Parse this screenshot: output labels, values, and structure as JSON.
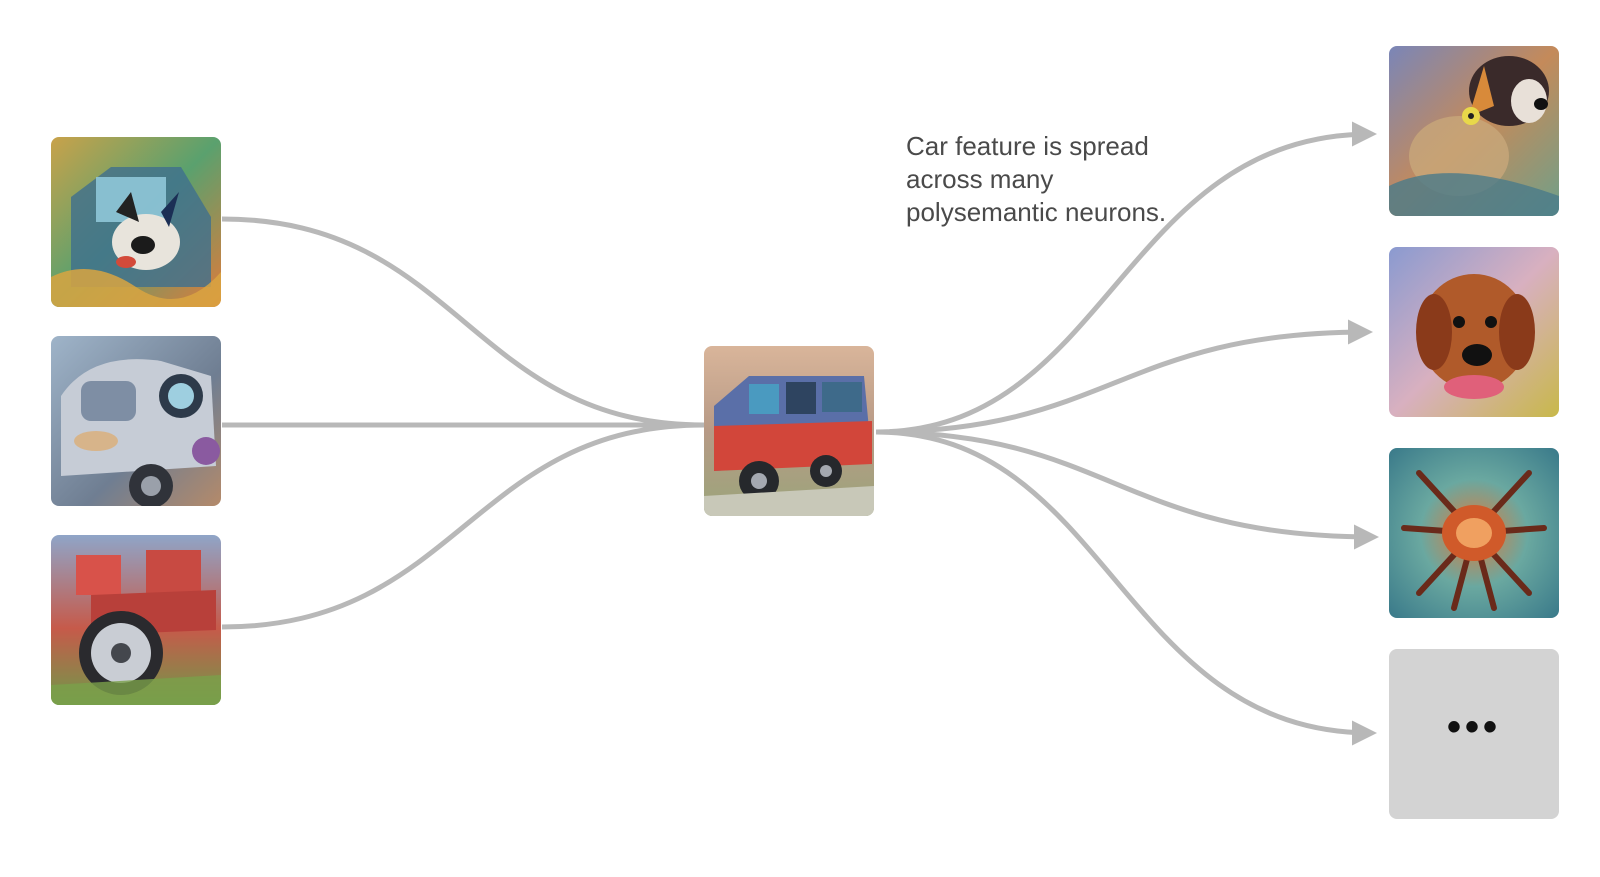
{
  "annotation": "Car feature is spread across many polysemantic neurons.",
  "more_label": "•••",
  "colors": {
    "connector": "#b8b8b8",
    "more_tile_bg": "#d3d3d3",
    "annotation_text": "#4a4a4a"
  },
  "inputs": [
    {
      "depicts": "car-dog"
    },
    {
      "depicts": "car"
    },
    {
      "depicts": "car-wheel"
    }
  ],
  "center": {
    "depicts": "car"
  },
  "outputs": [
    {
      "depicts": "dog"
    },
    {
      "depicts": "dog"
    },
    {
      "depicts": "spider"
    },
    {
      "depicts": "more"
    }
  ]
}
